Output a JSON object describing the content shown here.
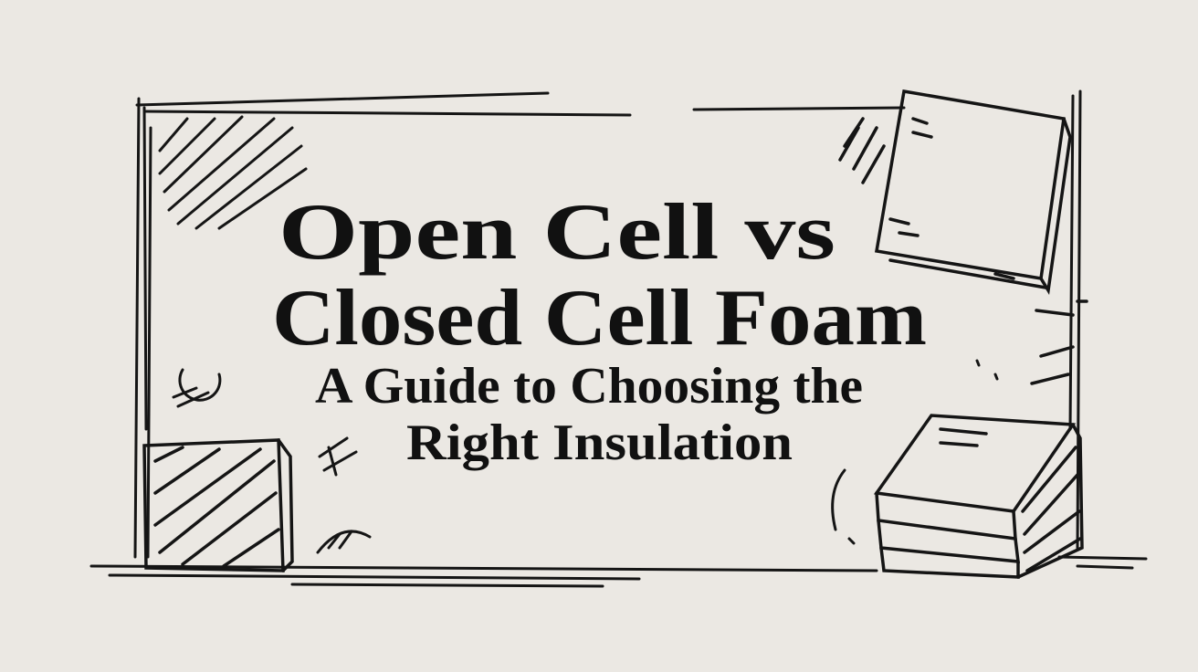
{
  "title": {
    "line1": "Open Cell vs",
    "line2": "Closed Cell Foam"
  },
  "subtitle": {
    "line1": "A Guide to Choosing the",
    "line2": "Right Insulation"
  },
  "colors": {
    "background": "#ebe8e3",
    "ink": "#111111"
  }
}
